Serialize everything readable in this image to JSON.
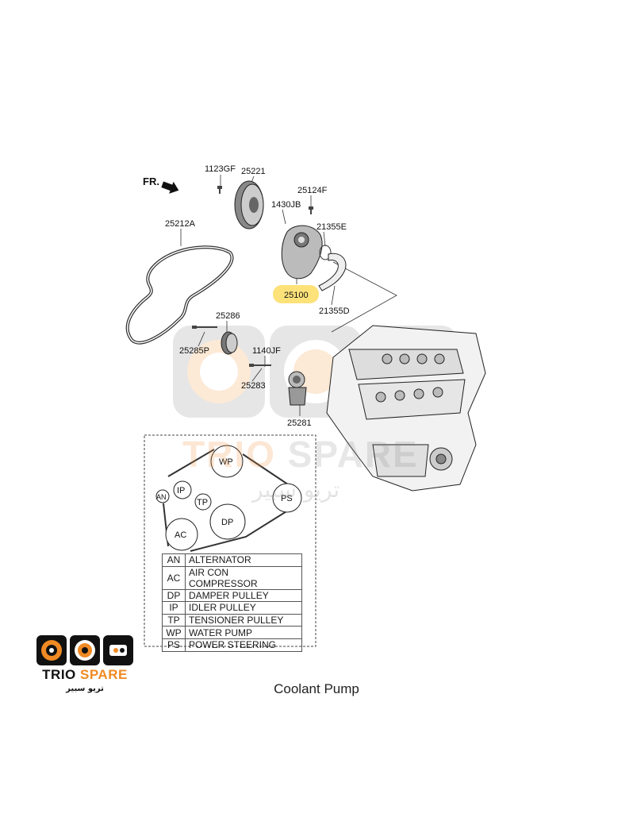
{
  "diagram": {
    "front_marker": "FR.",
    "part_labels": {
      "p1123GF": "1123GF",
      "p25221": "25221",
      "p25124F": "25124F",
      "p1430JB": "1430JB",
      "p21355E": "21355E",
      "p25212A": "25212A",
      "p25100": "25100",
      "p21355D": "21355D",
      "p25286": "25286",
      "p25285P": "25285P",
      "p1140JF": "1140JF",
      "p25283": "25283",
      "p25281": "25281"
    },
    "highlight_color": "#fde27a",
    "pulleys": {
      "wp": "WP",
      "ip": "IP",
      "an": "AN",
      "tp": "TP",
      "ps": "PS",
      "dp": "DP",
      "ac": "AC"
    }
  },
  "legend": [
    {
      "code": "AN",
      "name": "ALTERNATOR"
    },
    {
      "code": "AC",
      "name": "AIR CON COMPRESSOR"
    },
    {
      "code": "DP",
      "name": "DAMPER PULLEY"
    },
    {
      "code": "IP",
      "name": "IDLER PULLEY"
    },
    {
      "code": "TP",
      "name": "TENSIONER PULLEY"
    },
    {
      "code": "WP",
      "name": "WATER PUMP"
    },
    {
      "code": "PS",
      "name": "POWER STEERING"
    }
  ],
  "brand": {
    "name_part1": "TRIO",
    "name_part2": "SPARE",
    "name_arabic": "تريو سبير",
    "accent_color": "#f08a24"
  },
  "caption": "Coolant Pump"
}
